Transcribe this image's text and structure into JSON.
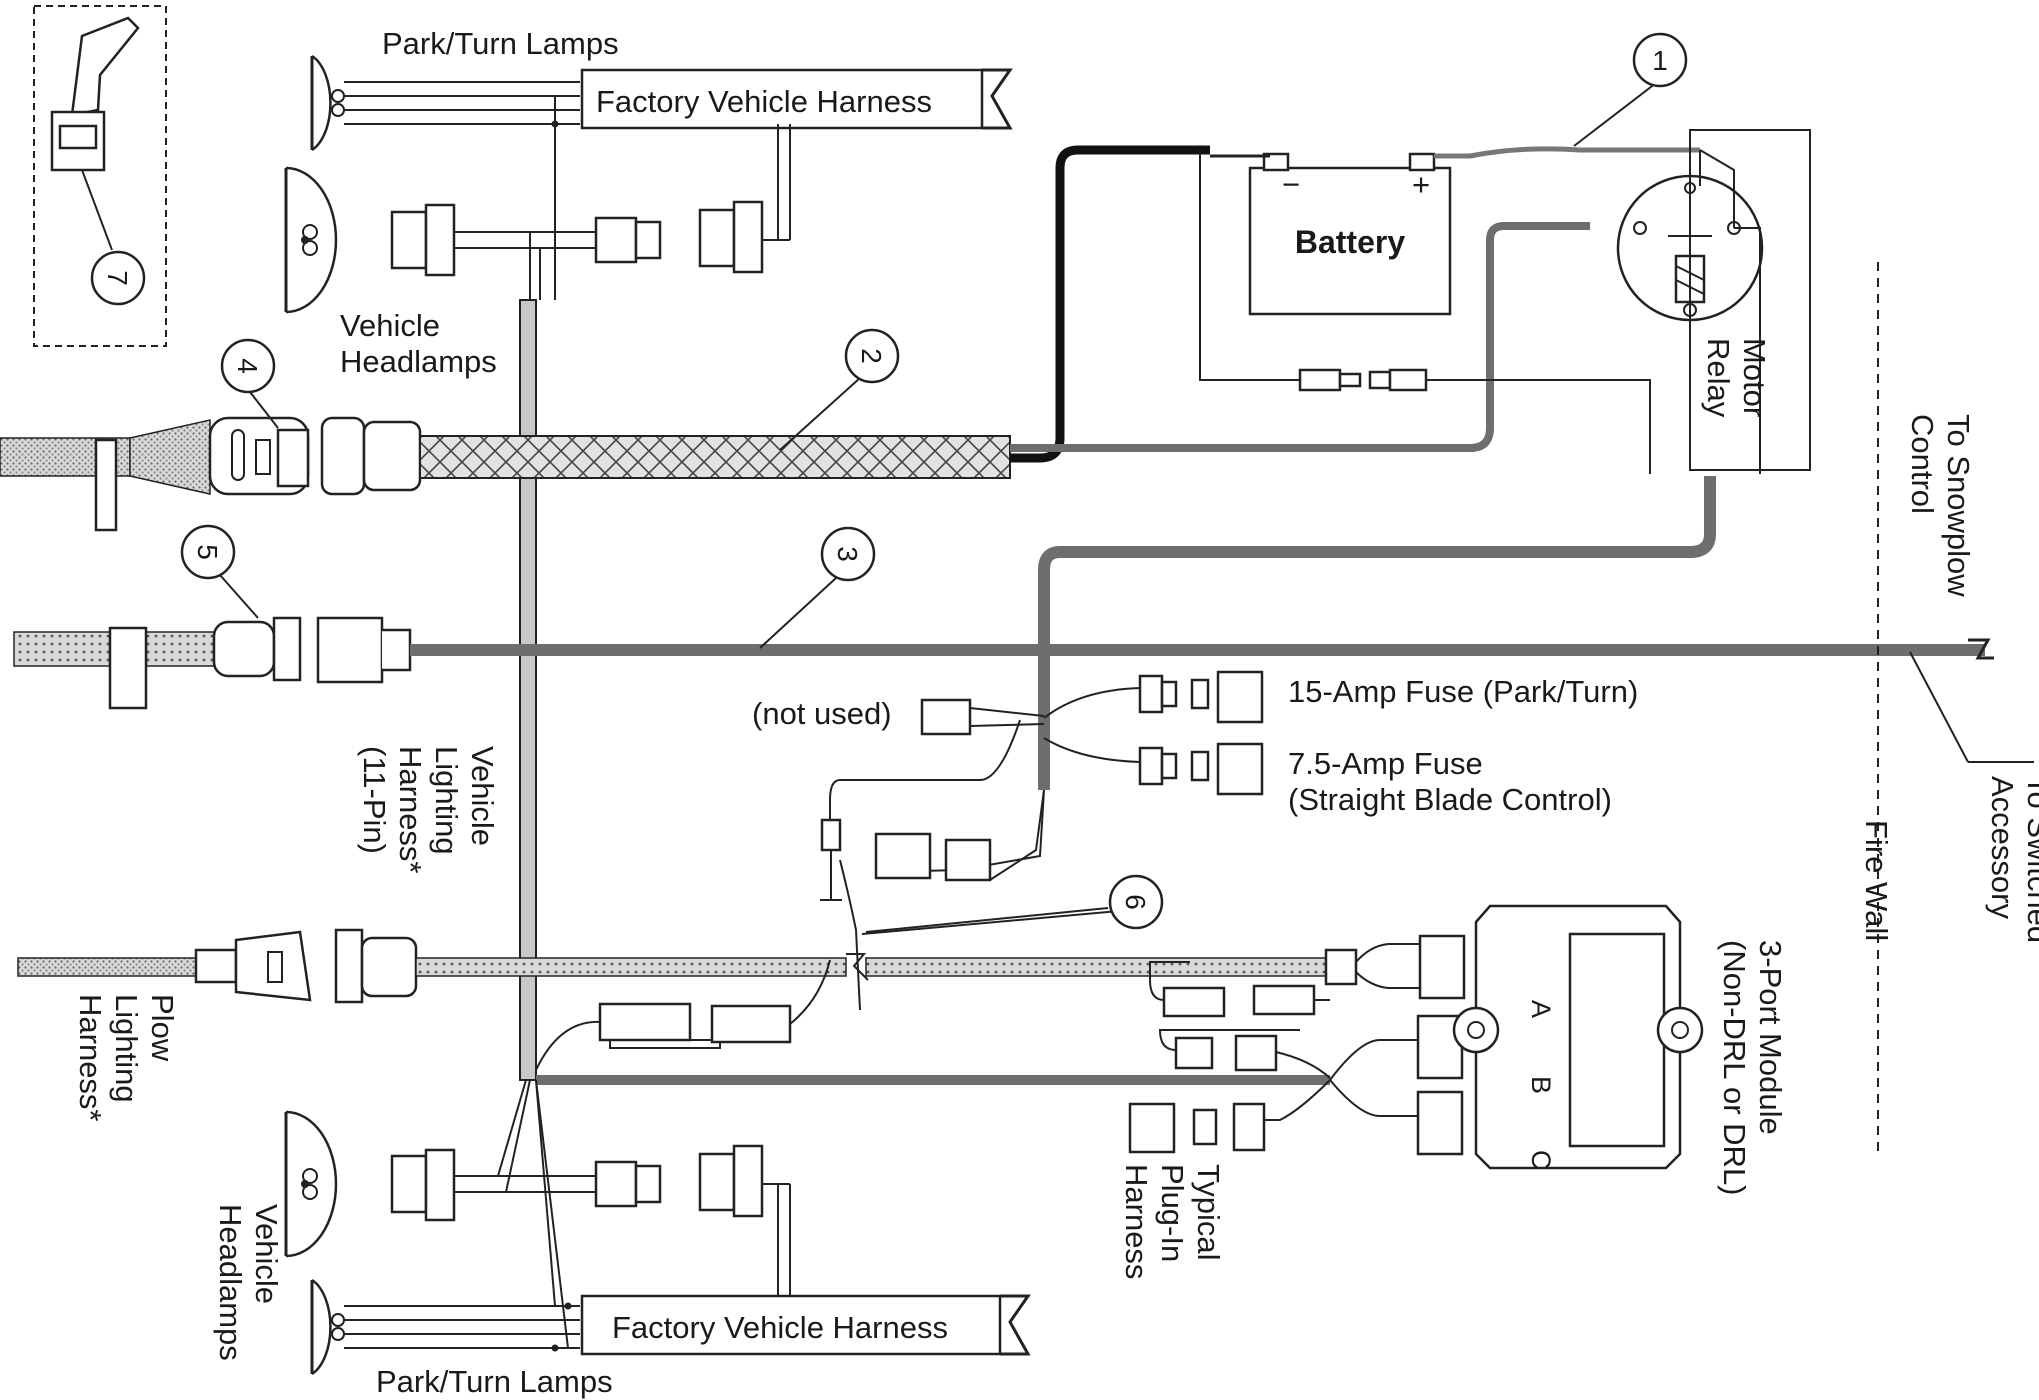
{
  "colors": {
    "line": "#222222",
    "main_harness": "#6e6e6e",
    "heavy_cable": "#111111",
    "lighting_harness": "#c8c8c8",
    "braid": "#d4d4d4",
    "background": "#ffffff"
  },
  "labels": {
    "park_turn_top": "Park/Turn Lamps",
    "factory_harness_top": "Factory Vehicle Harness",
    "vehicle_headlamps_top_1": "Vehicle",
    "vehicle_headlamps_top_2": "Headlamps",
    "battery": "Battery",
    "battery_minus": "−",
    "battery_plus": "+",
    "motor_relay_1": "Motor",
    "motor_relay_2": "Relay",
    "to_snowplow_1": "To Snowplow",
    "to_snowplow_2": "Control",
    "not_used": "(not used)",
    "fuse_15": "15-Amp Fuse (Park/Turn)",
    "fuse_75_1": "7.5-Amp Fuse",
    "fuse_75_2": "(Straight Blade Control)",
    "vehicle_lighting_1": "Vehicle",
    "vehicle_lighting_2": "Lighting",
    "vehicle_lighting_3": "Harness*",
    "vehicle_lighting_4": "(11-Pin)",
    "to_switched_1": "To Switched",
    "to_switched_2": "Accessory",
    "fire_wall": "Fire Wall",
    "three_port_1": "3-Port Module",
    "three_port_2": "(Non-DRL or DRL)",
    "port_a": "A",
    "port_b": "B",
    "port_c": "C",
    "plow_lighting_1": "Plow",
    "plow_lighting_2": "Lighting",
    "plow_lighting_3": "Harness*",
    "typical_1": "Typical",
    "typical_2": "Plug-In",
    "typical_3": "Harness",
    "vehicle_headlamps_bot_1": "Vehicle",
    "vehicle_headlamps_bot_2": "Headlamps",
    "factory_harness_bot": "Factory Vehicle Harness",
    "park_turn_bot": "Park/Turn Lamps"
  },
  "callouts": [
    "1",
    "2",
    "3",
    "4",
    "5",
    "6",
    "7"
  ]
}
